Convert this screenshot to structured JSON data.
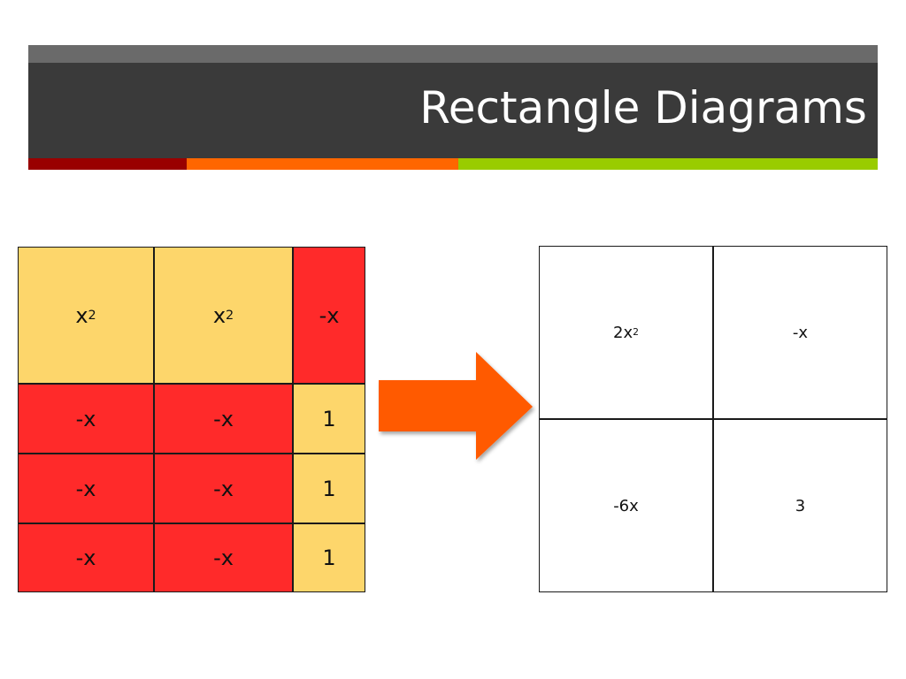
{
  "slide": {
    "title": "Rectangle Diagrams",
    "colors": {
      "title_top": "#6a6a6a",
      "title_main": "#3a3a3a",
      "stripe_red": "#990000",
      "stripe_orange": "#ff6600",
      "stripe_green": "#99cc00",
      "tile_x_squared": "#fdd66b",
      "tile_neg_x": "#ff2a2a",
      "tile_one": "#fdd66b",
      "arrow": "#ff5a00"
    }
  },
  "tiles": {
    "rows": [
      [
        {
          "base": "x",
          "exp": "2",
          "kind": "x_squared"
        },
        {
          "base": "x",
          "exp": "2",
          "kind": "x_squared"
        },
        {
          "base": "-x",
          "exp": "",
          "kind": "neg_x"
        }
      ],
      [
        {
          "base": "-x",
          "exp": "",
          "kind": "neg_x"
        },
        {
          "base": "-x",
          "exp": "",
          "kind": "neg_x"
        },
        {
          "base": "1",
          "exp": "",
          "kind": "one"
        }
      ],
      [
        {
          "base": "-x",
          "exp": "",
          "kind": "neg_x"
        },
        {
          "base": "-x",
          "exp": "",
          "kind": "neg_x"
        },
        {
          "base": "1",
          "exp": "",
          "kind": "one"
        }
      ],
      [
        {
          "base": "-x",
          "exp": "",
          "kind": "neg_x"
        },
        {
          "base": "-x",
          "exp": "",
          "kind": "neg_x"
        },
        {
          "base": "1",
          "exp": "",
          "kind": "one"
        }
      ]
    ]
  },
  "arrow": {
    "icon": "right-arrow-icon"
  },
  "result": {
    "rows": [
      [
        {
          "base": "2x",
          "exp": "2"
        },
        {
          "base": "-x",
          "exp": ""
        }
      ],
      [
        {
          "base": "-6x",
          "exp": ""
        },
        {
          "base": "3",
          "exp": ""
        }
      ]
    ]
  }
}
